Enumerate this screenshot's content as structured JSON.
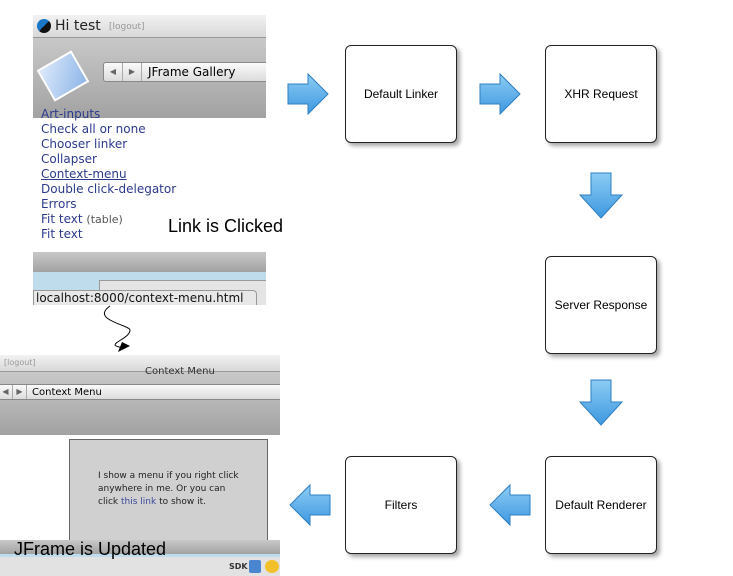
{
  "steps": {
    "default_linker": "Default Linker",
    "xhr_request": "XHR Request",
    "server_response": "Server Response",
    "default_renderer": "Default Renderer",
    "filters": "Filters"
  },
  "annotations": {
    "link_clicked": "Link is Clicked",
    "jframe_updated": "JFrame is Updated"
  },
  "colors": {
    "arrow": "#5aaee8",
    "box_border": "#222222",
    "link": "#2c3a8c"
  },
  "before_window": {
    "greeting": "Hi test",
    "logout": "[logout]",
    "title": "JFrame Gallery",
    "items": [
      {
        "label": "Art-inputs"
      },
      {
        "label": "Check all or none"
      },
      {
        "label": "Chooser linker"
      },
      {
        "label": "Collapser"
      },
      {
        "label": "Context-menu"
      },
      {
        "label": "Double click-delegator"
      },
      {
        "label": "Errors"
      },
      {
        "label": "Fit text",
        "note": "(table)"
      },
      {
        "label": "Fit text"
      }
    ],
    "status_url": "localhost:8000/context-menu.html"
  },
  "after_window": {
    "logout": "[logout]",
    "window_title": "Context Menu",
    "title": "Context Menu",
    "content_text": "I show a menu if you right click anywhere in me. Or you can click",
    "content_link": "this link",
    "content_after": "to show it.",
    "sdk": "SDK"
  }
}
